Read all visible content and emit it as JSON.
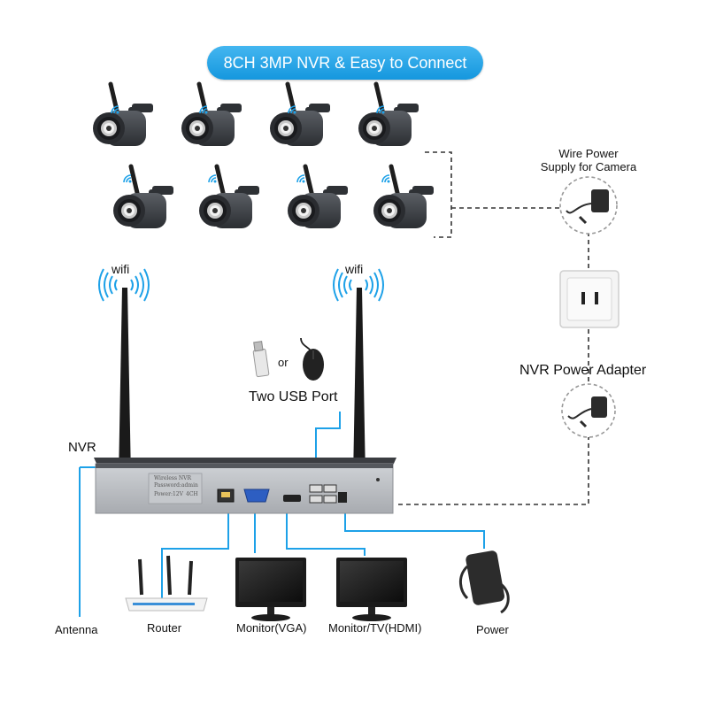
{
  "banner": {
    "title": "8CH 3MP NVR & Easy to Connect"
  },
  "labels": {
    "wifi_left": "wifi",
    "wifi_right": "wifi",
    "or": "or",
    "usb_port": "Two USB Port",
    "nvr": "NVR",
    "wire_power": "Wire Power\nSupply for Camera",
    "nvr_power_adapter": "NVR Power Adapter",
    "antenna": "Antenna",
    "router": "Router",
    "monitor_vga": "Monitor(VGA)",
    "monitor_hdmi": "Monitor/TV(HDMI)",
    "power": "Power"
  },
  "nvr_panel": {
    "line1": "Wireless NVR",
    "line2": "Password:admin",
    "line3": "Power:12V",
    "line4": "4CH"
  },
  "colors": {
    "accent_blue": "#1da1e8",
    "camera_body": "#3a3d42",
    "nvr_body": "#b9bcc0",
    "dash_line": "#333333"
  }
}
